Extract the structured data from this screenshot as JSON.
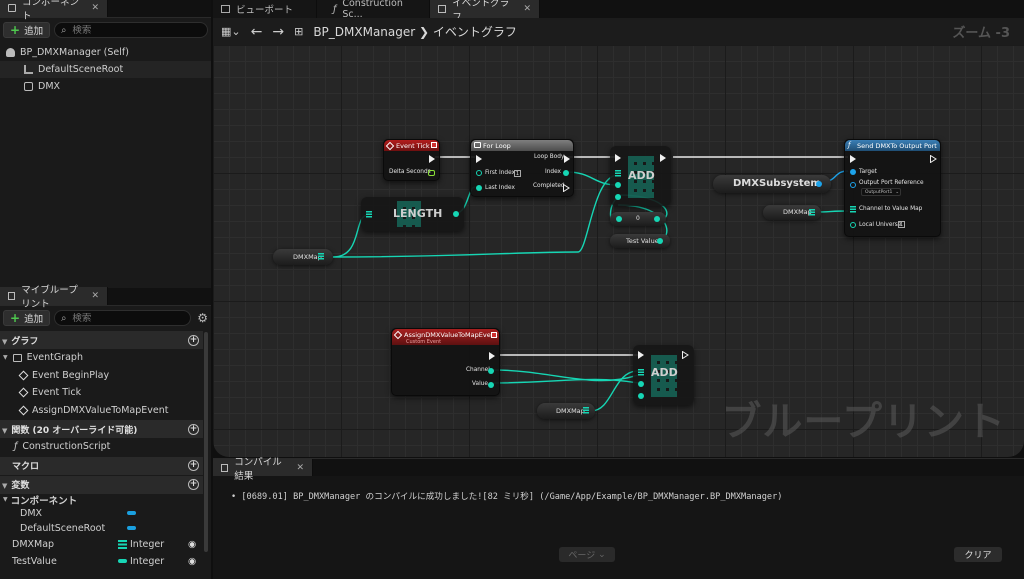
{
  "components_panel": {
    "tab_label": "コンポーネント",
    "add_label": "追加",
    "search_placeholder": "検索",
    "tree": [
      {
        "label": "BP_DMXManager (Self)"
      },
      {
        "label": "DefaultSceneRoot"
      },
      {
        "label": "DMX"
      }
    ]
  },
  "my_blueprint": {
    "tab_label": "マイブループリント",
    "add_label": "追加",
    "search_placeholder": "検索",
    "graph_section": "グラフ",
    "event_graph": "EventGraph",
    "events": [
      "Event BeginPlay",
      "Event Tick",
      "AssignDMXValueToMapEvent"
    ],
    "functions_section": "関数 (20 オーバーライド可能)",
    "construction_script": "ConstructionScript",
    "macros_section": "マクロ",
    "variables_section": "変数",
    "components_sub": "コンポーネント",
    "component_vars": [
      "DMX",
      "DefaultSceneRoot"
    ],
    "vars": [
      {
        "name": "DMXMap",
        "type": "Integer"
      },
      {
        "name": "TestValue",
        "type": "Integer"
      }
    ]
  },
  "editor_tabs": [
    {
      "label": "ビューポート"
    },
    {
      "label": "Construction Sc..."
    },
    {
      "label": "イベントグラフ"
    }
  ],
  "breadcrumb": {
    "blueprint": "BP_DMXManager",
    "graph": "イベントグラフ"
  },
  "zoom": "ズーム -3",
  "watermark": "ブループリント",
  "nodes": {
    "event_tick": {
      "title": "Event Tick",
      "pin": "Delta Seconds"
    },
    "for_loop": {
      "title": "For Loop",
      "first_index": "First Index",
      "first_index_value": "1",
      "last_index": "Last Index",
      "loop_body": "Loop Body",
      "index": "Index",
      "completed": "Completed"
    },
    "length": "LENGTH",
    "add1": "ADD",
    "add2": "ADD",
    "equal_value": "0",
    "test_value": "Test Value",
    "dmxmap_1": "DMXMap",
    "dmxmap_2": "DMXMap",
    "dmxmap_3": "DMXMap",
    "dmx_subsystem": "DMXSubsystem",
    "send_dmx": {
      "title": "Send DMXTo Output Port",
      "target": "Target",
      "output_port_ref": "Output Port Reference",
      "output_port_value": "OutputPort1",
      "channel_to_value_map": "Channel to Value Map",
      "local_universe": "Local Universe",
      "local_universe_value": "1"
    },
    "custom_event": {
      "title": "AssignDMXValueToMapEvent",
      "subtitle": "Custom Event",
      "channel": "Channel",
      "value": "Value"
    }
  },
  "results": {
    "tab_label": "コンパイル結果",
    "log_line": "[0689.01] BP_DMXManager のコンパイルに成功しました![82 ミリ秒] (/Game/App/Example/BP_DMXManager.BP_DMXManager)",
    "page_label": "ページ",
    "clear_label": "クリア"
  },
  "colors": {
    "exec": "#f0f0f0",
    "map_pin": "#16d6b4",
    "object_pin": "#1da3ea",
    "float_pin": "#8adf38",
    "event_red": "#b31d1d",
    "function_blue": "#3a7fb6"
  }
}
